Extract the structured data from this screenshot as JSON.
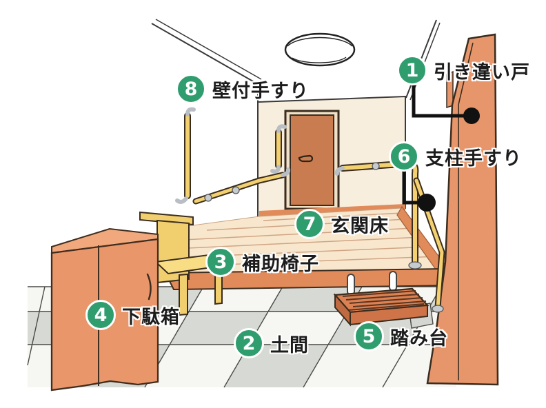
{
  "figure": {
    "type": "annotated-illustration",
    "subject": "Japanese home entryway (genkan) accessibility features",
    "labels": [
      {
        "number": "1",
        "text": "引き違い戸"
      },
      {
        "number": "2",
        "text": "土間"
      },
      {
        "number": "3",
        "text": "補助椅子"
      },
      {
        "number": "4",
        "text": "下駄箱"
      },
      {
        "number": "5",
        "text": "踏み台"
      },
      {
        "number": "6",
        "text": "支柱手すり"
      },
      {
        "number": "7",
        "text": "玄関床"
      },
      {
        "number": "8",
        "text": "壁付手すり"
      }
    ],
    "colors": {
      "label_green": "#2f9d6e",
      "wall_orange": "#e7966b",
      "door_brown": "#c97c4f",
      "wall_cream": "#f8eedd",
      "wood_floor": "#f8e7cd",
      "step_trim_orange": "#e18a5a",
      "handrail_yellow": "#f3d170",
      "tile_gray": "#d7dad4",
      "tile_white": "#f6f6f3",
      "outline_dark": "#3a2c1e",
      "callout_black": "#111111"
    }
  }
}
